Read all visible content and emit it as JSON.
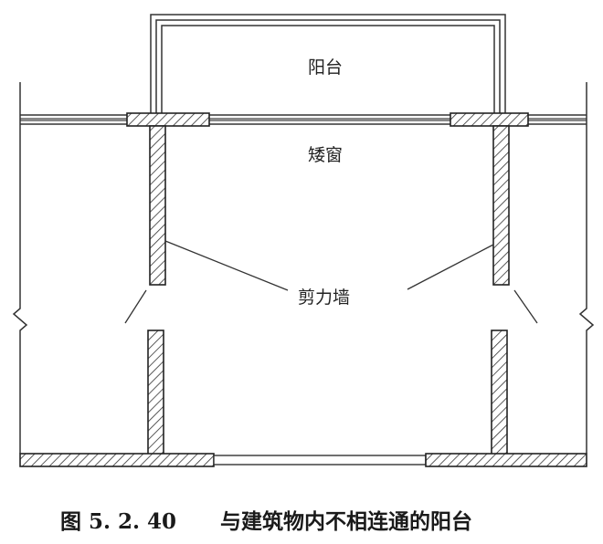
{
  "labels": {
    "balcony": "阳台",
    "low_window": "矮窗",
    "shear_wall": "剪力墙"
  },
  "caption": {
    "number": "图 5. 2. 40",
    "title": "与建筑物内不相连通的阳台"
  }
}
